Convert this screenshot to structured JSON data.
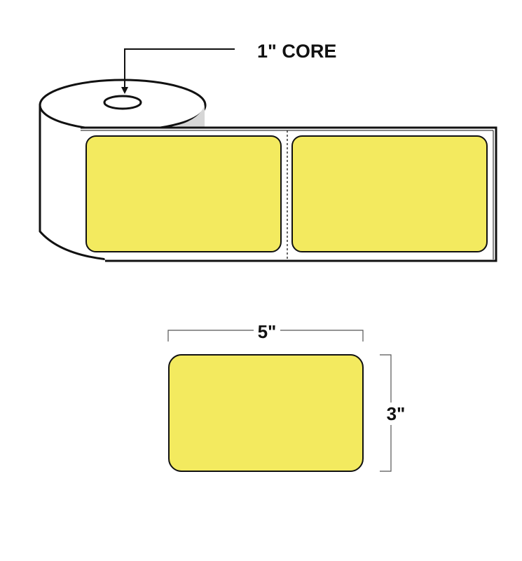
{
  "labels": {
    "core": "1\" CORE",
    "width": "5\"",
    "height": "3\""
  },
  "colors": {
    "label_fill": "#f3ea5f",
    "outline": "#111111",
    "roll_face": "#ffffff",
    "core_shadow": "#d6d6d6"
  }
}
